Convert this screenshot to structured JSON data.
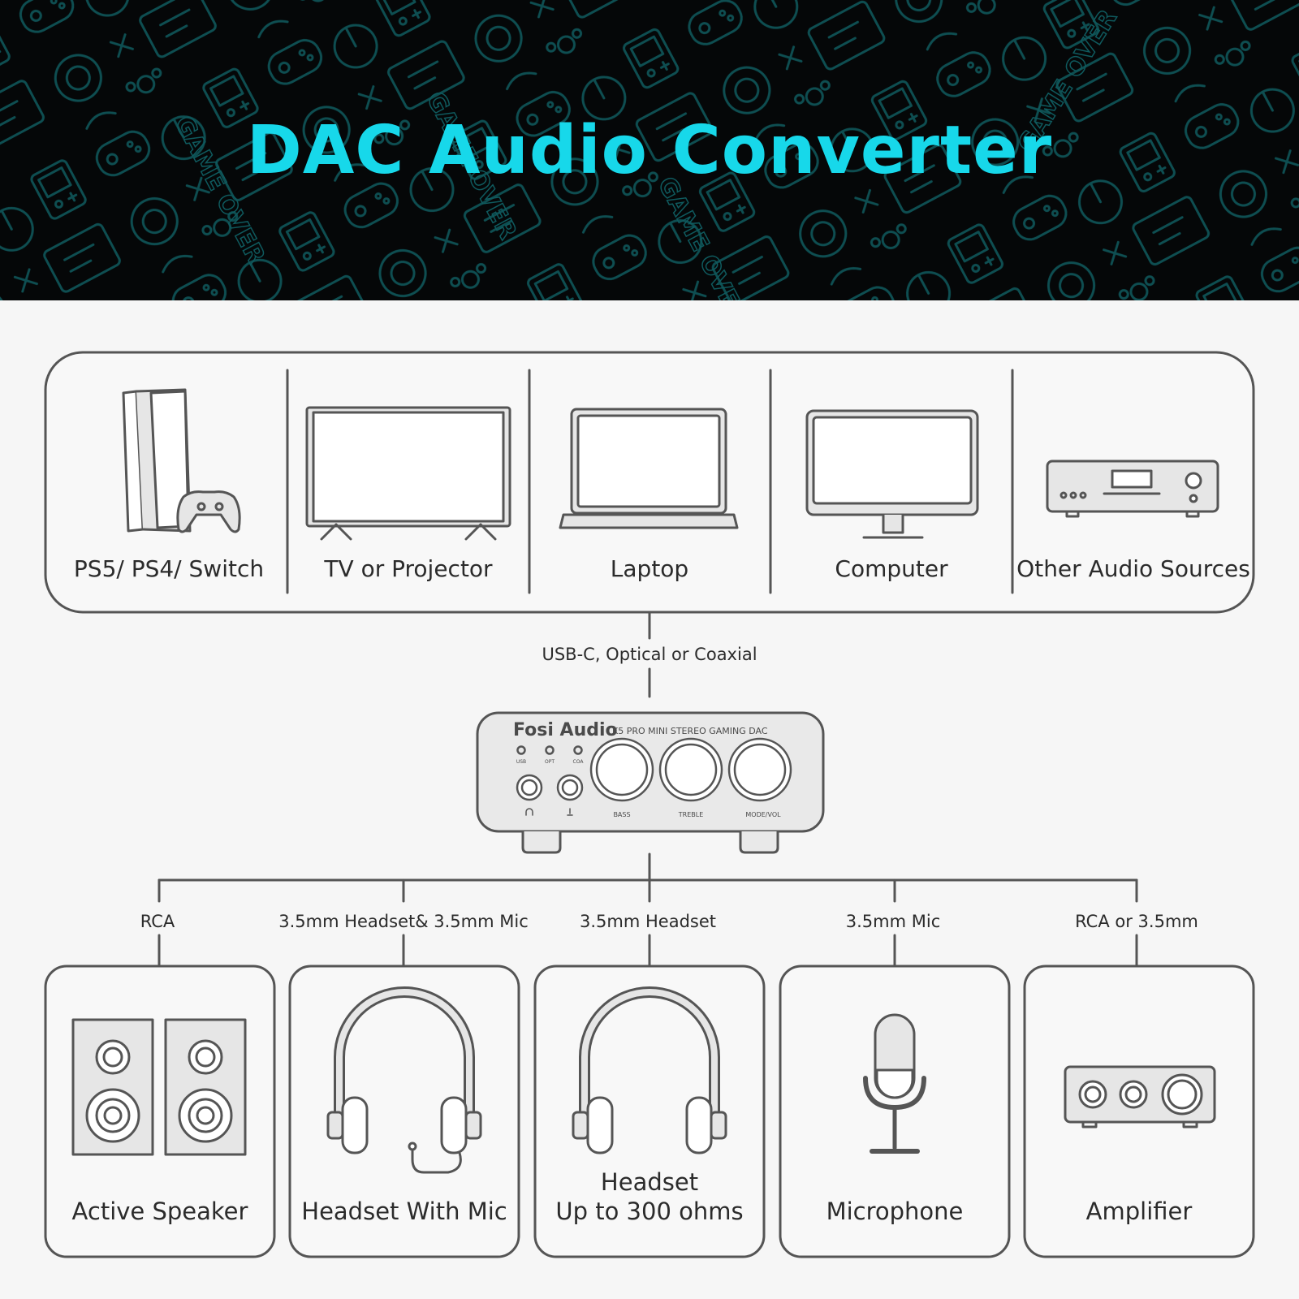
{
  "title": "DAC Audio Converter",
  "banner_pattern_text": "GAME OVER",
  "colors": {
    "title": "#17d8ea",
    "banner_bg": "#050708",
    "pattern": "#0f5a5e",
    "line": "#555555",
    "page_bg": "#f6f6f6"
  },
  "sources": [
    {
      "label": "PS5/ PS4/ Switch",
      "icon": "game-console-icon"
    },
    {
      "label": "TV or Projector",
      "icon": "tv-icon"
    },
    {
      "label": "Laptop",
      "icon": "laptop-icon"
    },
    {
      "label": "Computer",
      "icon": "monitor-icon"
    },
    {
      "label": "Other Audio Sources",
      "icon": "audio-player-icon"
    }
  ],
  "input_connection": "USB-C, Optical or Coaxial",
  "device": {
    "brand": "Fosi Audio",
    "model": "K5 PRO MINI STEREO GAMING DAC",
    "indicators": [
      "USB",
      "OPT",
      "COA"
    ],
    "knobs": [
      "BASS",
      "TREBLE",
      "MODE/VOL"
    ]
  },
  "output_connections": [
    "RCA",
    "3.5mm Headset& 3.5mm Mic",
    "3.5mm Headset",
    "3.5mm Mic",
    "RCA or 3.5mm"
  ],
  "outputs": [
    {
      "label_lines": [
        "Active Speaker"
      ],
      "icon": "speaker-icon"
    },
    {
      "label_lines": [
        "Headset With Mic"
      ],
      "icon": "headset-mic-icon"
    },
    {
      "label_lines": [
        "Headset",
        "Up to 300 ohms"
      ],
      "icon": "headphones-icon"
    },
    {
      "label_lines": [
        "Microphone"
      ],
      "icon": "microphone-icon"
    },
    {
      "label_lines": [
        "Amplifier"
      ],
      "icon": "amplifier-icon"
    }
  ]
}
